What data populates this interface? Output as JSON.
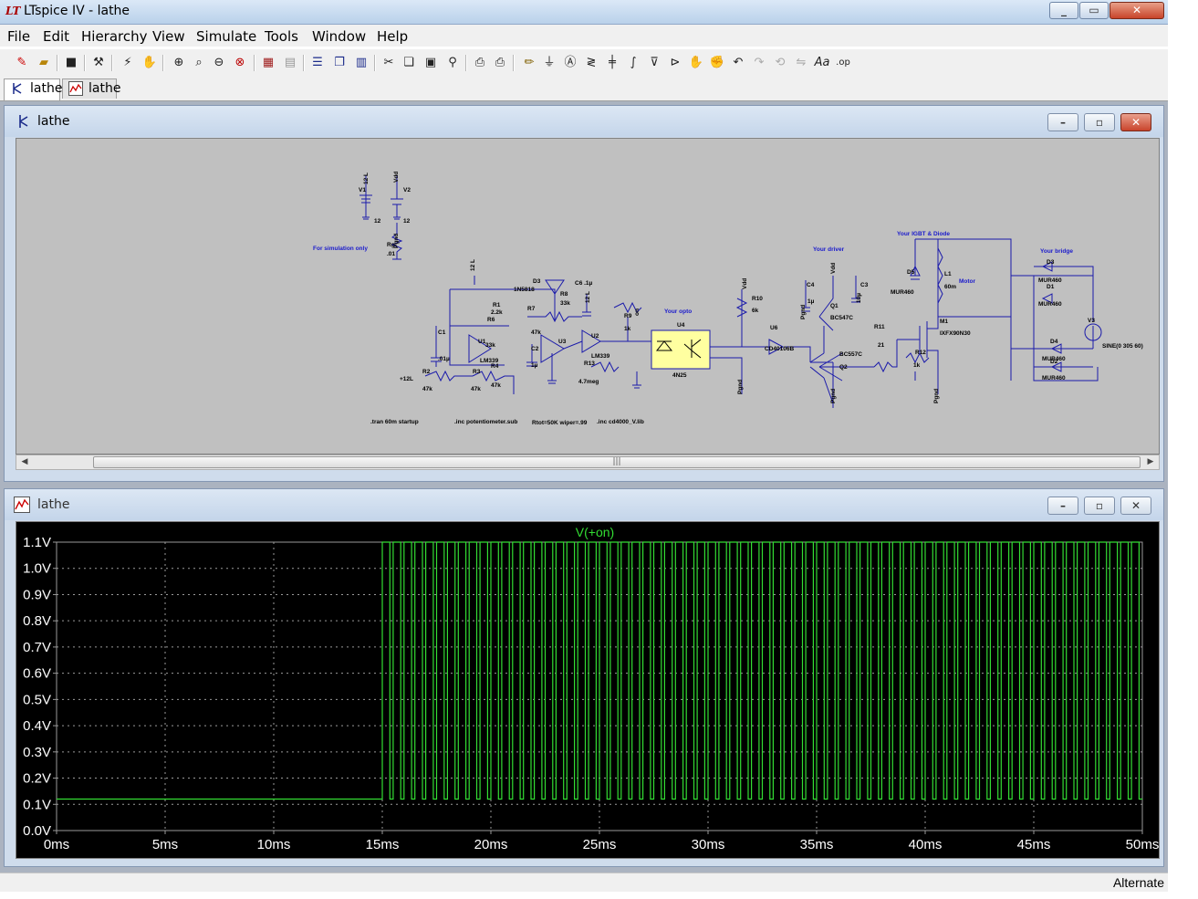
{
  "window": {
    "title": "LTspice IV - lathe"
  },
  "menu": [
    "File",
    "Edit",
    "Hierarchy",
    "View",
    "Simulate",
    "Tools",
    "Window",
    "Help"
  ],
  "tabs": [
    {
      "label": "lathe",
      "icon": "schematic-icon"
    },
    {
      "label": "lathe",
      "icon": "waveform-icon"
    }
  ],
  "schematic_window": {
    "title": "lathe"
  },
  "plot_window": {
    "title": "lathe"
  },
  "schematic": {
    "labels": {
      "v1": "V1",
      "v1_val": "12",
      "v2": "V2",
      "v2_val": "12",
      "net_12l": "12 L",
      "net_vdd": "Vdd",
      "sim_only": "For simulation only",
      "rg": "Rg",
      "rg_val": ".01",
      "pgnd": "Pgnd",
      "d3": "D3",
      "d3_val": "1N5818",
      "c6": "C6 .1µ",
      "r8": "R8",
      "r8_val": "33k",
      "r1": "R1",
      "r1_val": "2.2k",
      "r6": "R6",
      "r6_val": "33k",
      "r7": "R7",
      "r7_val": "47k",
      "c1": "C1",
      "c1_val": ".01µ",
      "u1": "U1",
      "u1_val": "LM339",
      "r4": "R4",
      "r4_val": "47k",
      "c2": "C2",
      "c2_val": "1µ",
      "u3": "U3",
      "u2": "U2",
      "u2_val": "LM339",
      "r13": "R13",
      "r13_val": "4.7meg",
      "r9": "R9",
      "r9_val": "1k",
      "r2": "R2",
      "r2_val": "47k",
      "r3": "R3",
      "r3_val": "47k",
      "plus12l": "+12L",
      "on": "on",
      "your_opto": "Your opto",
      "u4": "U4",
      "u4_val": "4N25",
      "r10": "R10",
      "r10_val": "6k",
      "u6": "U6",
      "u6_val": "CD40106B",
      "your_driver": "Your driver",
      "c4": "C4",
      "c4_val": "1µ",
      "q1": "Q1",
      "q1_val": "BC547C",
      "c3": "C3",
      "c3_val": "10µ",
      "q2": "Q2",
      "q2_val": "BC557C",
      "r11": "R11",
      "r11_val": "21",
      "r12": "R12",
      "r12_val": "1k",
      "your_igbt": "Your IGBT & Diode",
      "d5": "D5",
      "d5_val": "MUR460",
      "l1": "L1",
      "l1_val": "60m",
      "motor": "Motor",
      "m1": "M1",
      "m1_val": "IXFX90N30",
      "your_bridge": "Your bridge",
      "d3b": "D3",
      "d1": "D1",
      "d4": "D4",
      "d2": "D2",
      "mur460": "MUR460",
      "v3": "V3",
      "v3_val": "SINE(0 305 60)",
      "tran": ".tran 60m startup",
      "inc1": ".inc potentiometer.sub",
      "rtot": "Rtot=50K wiper=.99",
      "inc2": ".inc cd4000_V.lib"
    }
  },
  "status": {
    "text": "Alternate"
  },
  "chart_data": {
    "type": "line",
    "title": "V(+on)",
    "xlabel": "",
    "ylabel": "",
    "x_ticks": [
      "0ms",
      "5ms",
      "10ms",
      "15ms",
      "20ms",
      "25ms",
      "30ms",
      "35ms",
      "40ms",
      "45ms",
      "50ms"
    ],
    "y_ticks": [
      "0.0V",
      "0.1V",
      "0.2V",
      "0.3V",
      "0.4V",
      "0.5V",
      "0.6V",
      "0.7V",
      "0.8V",
      "0.9V",
      "1.0V",
      "1.1V"
    ],
    "xlim": [
      0,
      50
    ],
    "ylim": [
      0,
      1.1
    ],
    "grid": true,
    "series": [
      {
        "name": "V(+on)",
        "color": "#33dd33",
        "baseline_v": 0.12,
        "high_v": 1.1,
        "pulse_start_ms": 15.0,
        "pulse_period_ms": 0.5,
        "pulse_width_ms": 0.35,
        "end_ms": 50.0
      }
    ],
    "colors": {
      "background": "#000000",
      "grid": "#9a9a9a",
      "axis": "#9a9a9a",
      "ticks": "#ffffff"
    }
  }
}
